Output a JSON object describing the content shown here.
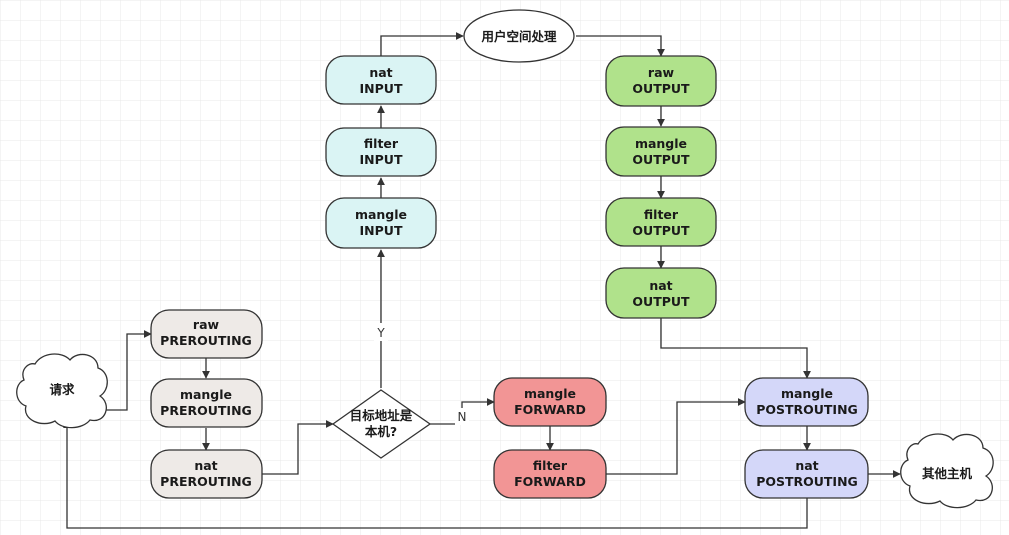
{
  "colors": {
    "grid": "#e8e8e8",
    "stroke": "#333333",
    "prerouting": "#eeeae7",
    "input": "#daf4f4",
    "output": "#b0e28b",
    "forward": "#f29595",
    "postrouting": "#d4d7f9",
    "cloud": "#ffffff"
  },
  "nodes": {
    "request": {
      "text": "请求"
    },
    "raw_prerouting": {
      "line1": "raw",
      "line2": "PREROUTING"
    },
    "mangle_prerouting": {
      "line1": "mangle",
      "line2": "PREROUTING"
    },
    "nat_prerouting": {
      "line1": "nat",
      "line2": "PREROUTING"
    },
    "decision": {
      "line1": "目标地址是",
      "line2": "本机?"
    },
    "mangle_input": {
      "line1": "mangle",
      "line2": "INPUT"
    },
    "filter_input": {
      "line1": "filter",
      "line2": "INPUT"
    },
    "nat_input": {
      "line1": "nat",
      "line2": "INPUT"
    },
    "user_space": {
      "text": "用户空间处理"
    },
    "raw_output": {
      "line1": "raw",
      "line2": "OUTPUT"
    },
    "mangle_output": {
      "line1": "mangle",
      "line2": "OUTPUT"
    },
    "filter_output": {
      "line1": "filter",
      "line2": "OUTPUT"
    },
    "nat_output": {
      "line1": "nat",
      "line2": "OUTPUT"
    },
    "mangle_forward": {
      "line1": "mangle",
      "line2": "FORWARD"
    },
    "filter_forward": {
      "line1": "filter",
      "line2": "FORWARD"
    },
    "mangle_postrouting": {
      "line1": "mangle",
      "line2": "POSTROUTING"
    },
    "nat_postrouting": {
      "line1": "nat",
      "line2": "POSTROUTING"
    },
    "other_hosts": {
      "text": "其他主机"
    }
  },
  "edge_labels": {
    "yes": "Y",
    "no": "N"
  }
}
